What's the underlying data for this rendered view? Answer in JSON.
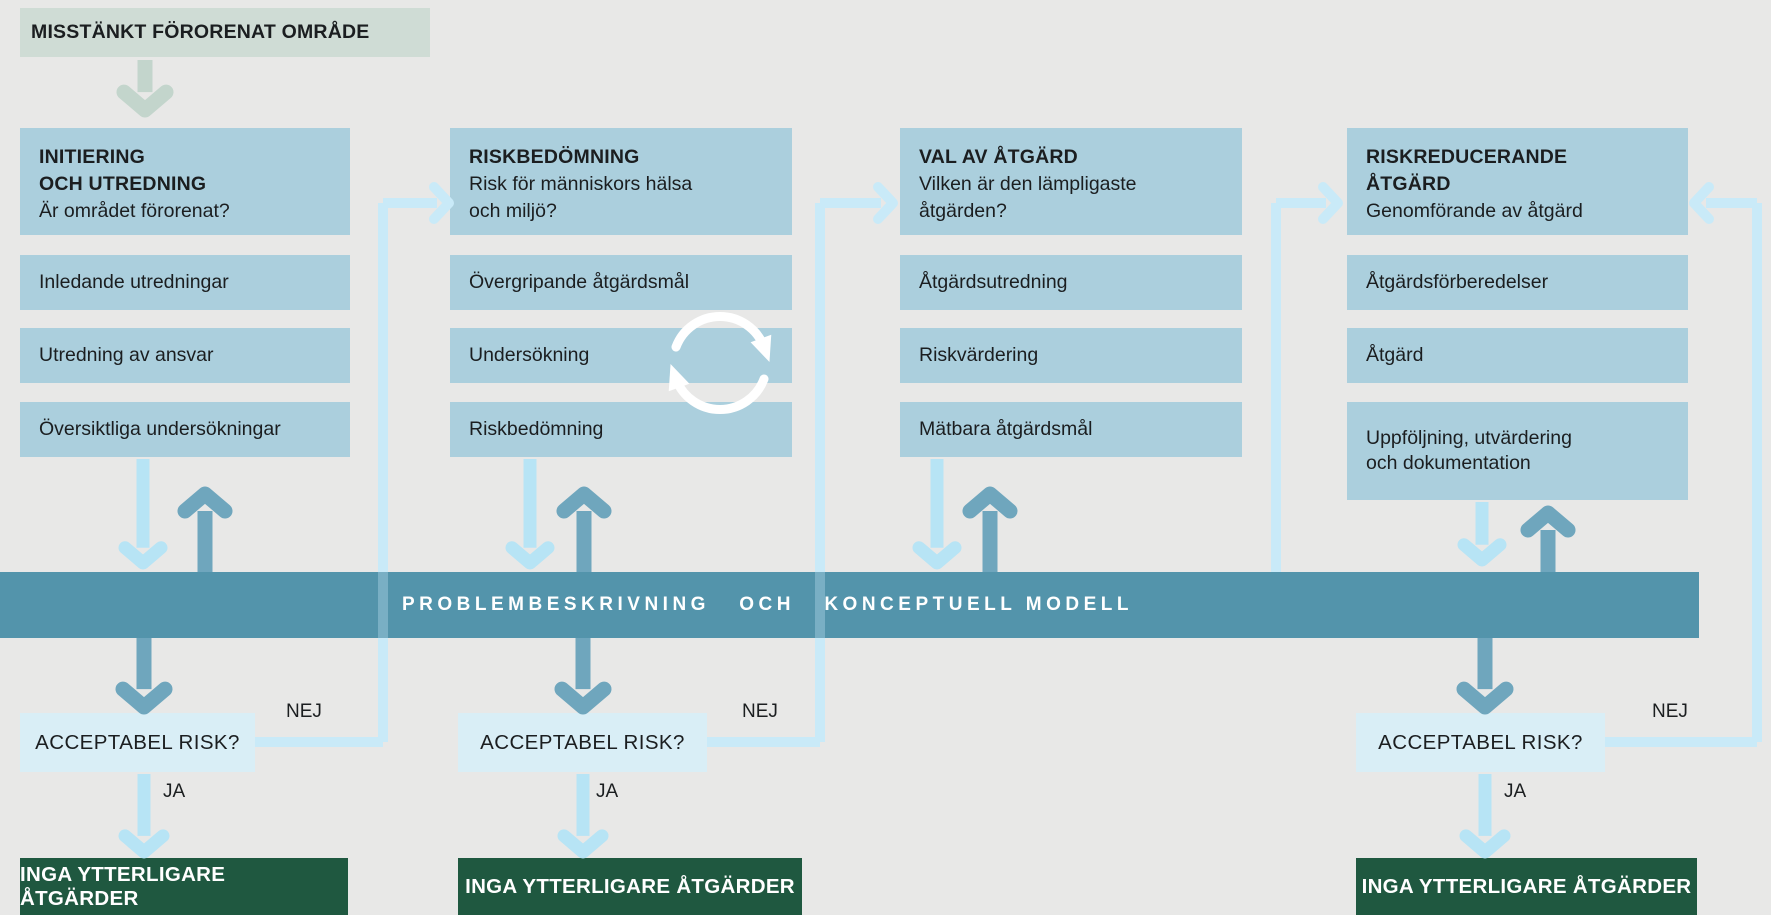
{
  "colors": {
    "background": "#e8e8e7",
    "box_blue": "#abcfdd",
    "band_teal": "#5394ab",
    "arrow_dark": "#6fa6bd",
    "arrow_pale": "#b7e4f5",
    "loop_line": "#c9eaf8",
    "risk_pale": "#d9eef6",
    "green_dark": "#1f5840",
    "sage": "#cfdcd5",
    "sage_arrow": "#c3d5cc",
    "text_dark": "#1b1e20",
    "text_white": "#ffffff"
  },
  "start_box": {
    "label": "MISSTÄNKT FÖRORENAT OMRÅDE"
  },
  "columns": [
    {
      "title": "INITIERING\nOCH UTREDNING",
      "subtitle": "Är området förorenat?",
      "steps": [
        "Inledande utredningar",
        "Utredning av ansvar",
        "Översiktliga undersökningar"
      ]
    },
    {
      "title": "RISKBEDÖMNING",
      "subtitle": "Risk för människors hälsa\noch miljö?",
      "steps": [
        "Övergripande åtgärdsmål",
        "Undersökning",
        "Riskbedömning"
      ]
    },
    {
      "title": "VAL AV ÅTGÄRD",
      "subtitle": "Vilken är den lämpligaste\nåtgärden?",
      "steps": [
        "Åtgärdsutredning",
        "Riskvärdering",
        "Mätbara åtgärdsmål"
      ]
    },
    {
      "title": "RISKREDUCERANDE\nÅTGÄRD",
      "subtitle": "Genomförande av åtgärd",
      "steps": [
        "Åtgärdsförberedelser",
        "Åtgärd",
        "Uppföljning, utvärdering\noch dokumentation"
      ]
    }
  ],
  "band": {
    "label": "PROBLEMBESKRIVNING   OCH   KONCEPTUELL MODELL"
  },
  "decisions": [
    {
      "under_column": 1,
      "question": "ACCEPTABEL RISK?",
      "no": "NEJ",
      "yes": "JA",
      "result": "INGA YTTERLIGARE ÅTGÄRDER"
    },
    {
      "under_column": 2,
      "question": "ACCEPTABEL RISK?",
      "no": "NEJ",
      "yes": "JA",
      "result": "INGA YTTERLIGARE ÅTGÄRDER"
    },
    {
      "under_column": 4,
      "question": "ACCEPTABEL RISK?",
      "no": "NEJ",
      "yes": "JA",
      "result": "INGA YTTERLIGARE ÅTGÄRDER"
    }
  ],
  "icons": {
    "cycle": "cycle-arrows-icon"
  }
}
